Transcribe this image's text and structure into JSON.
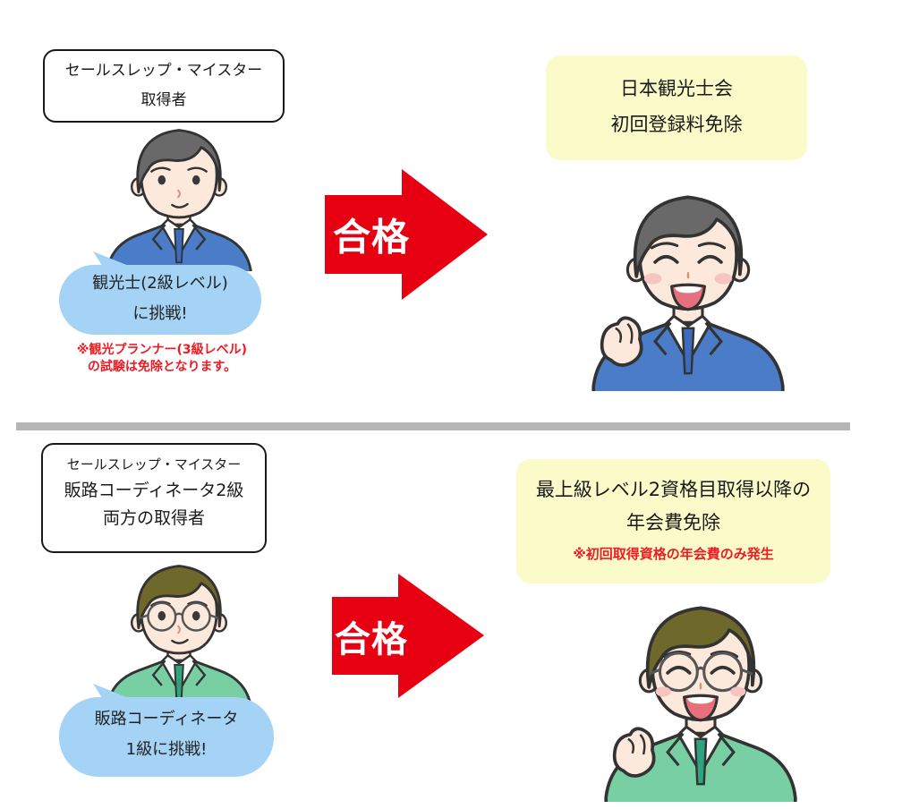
{
  "arrow_label": "合格",
  "flows": {
    "top": {
      "source_label": [
        "セールスレップ・マイスター",
        "取得者"
      ],
      "bubble": [
        "観光士(2級レベル)",
        "に挑戦!"
      ],
      "note": [
        "※観光プランナー(3級レベル)",
        "の試験は免除となります。"
      ],
      "benefit": [
        "日本観光士会",
        "初回登録料免除"
      ],
      "character_before": "man-in-blue-suit",
      "character_after": "cheering-man-in-blue-suit"
    },
    "bottom": {
      "source_label": [
        "セールスレップ・マイスター",
        "販路コーディネータ2級",
        "両方の取得者"
      ],
      "bubble": [
        "販路コーディネータ",
        "1級に挑戦!"
      ],
      "benefit": [
        "最上級レベル2資格目取得以降の",
        "年会費免除"
      ],
      "benefit_note": "※初回取得資格の年会費のみ発生",
      "character_before": "man-in-green-suit-with-glasses",
      "character_after": "cheering-man-in-green-suit-with-glasses"
    }
  },
  "colors": {
    "bubble_blue": "#a4d3f6",
    "benefit_yellow": "#fbfbc9",
    "arrow_red": "#e60012",
    "note_red": "#ed1c24",
    "divider_gray": "#b5b5b5",
    "suit_blue": "#4a7cc7",
    "suit_green": "#79cfa4",
    "hair_gray": "#696969",
    "hair_olive": "#6e682b"
  }
}
